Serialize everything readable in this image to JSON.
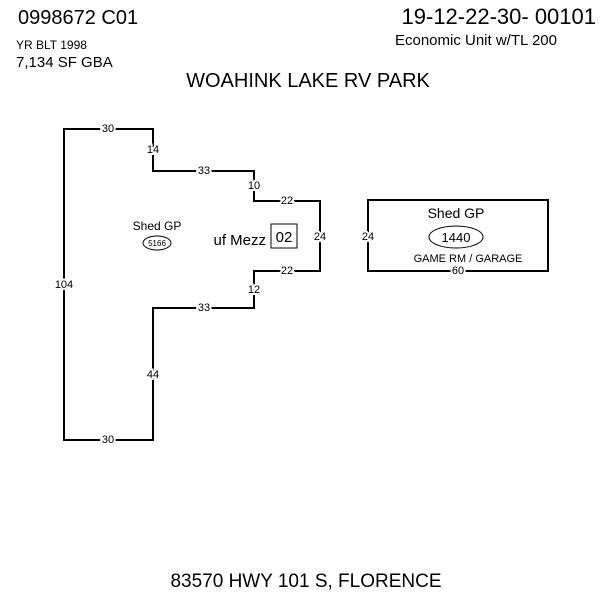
{
  "header": {
    "account": "0998672 C01",
    "year_built": "YR BLT 1998",
    "area": "7,134 SF GBA",
    "map_tax_lot": "19-12-22-30- 00101",
    "economic_unit": "Economic Unit w/TL 200",
    "title": "WOAHINK LAKE RV PARK"
  },
  "main_building": {
    "dims": [
      "30",
      "14",
      "33",
      "10",
      "22",
      "24",
      "22",
      "12",
      "33",
      "44",
      "30",
      "104"
    ],
    "label": "Shed GP",
    "code": "5166",
    "mezz_label": "uf Mezz",
    "mezz_code": "02"
  },
  "outbuilding": {
    "label": "Shed GP",
    "code": "1440",
    "use": "GAME RM / GARAGE",
    "dims": [
      "24",
      "60"
    ]
  },
  "address": "83570 HWY 101 S, FLORENCE"
}
